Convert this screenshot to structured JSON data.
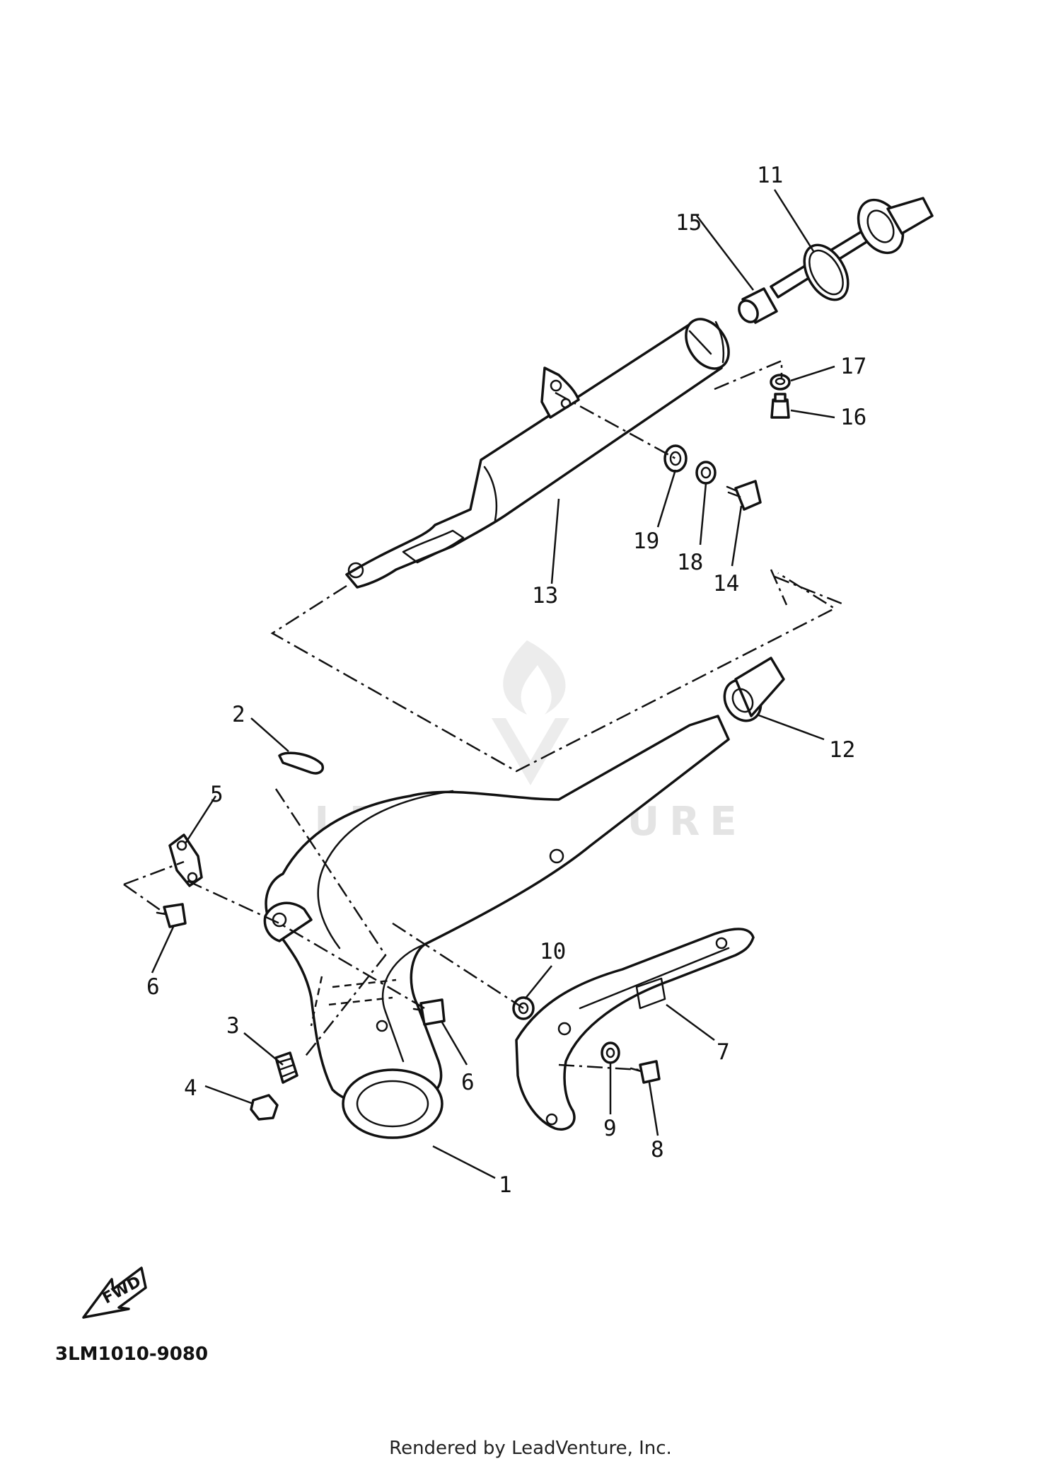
{
  "watermark": {
    "text": "LEADVENTURE"
  },
  "forward_arrow": {
    "label": "FWD"
  },
  "part_code": "3LM1010-9080",
  "footer": "Rendered by LeadVenture, Inc.",
  "callouts": {
    "c1": "1",
    "c2": "2",
    "c3": "3",
    "c4": "4",
    "c5": "5",
    "c6a": "6",
    "c6b": "6",
    "c7": "7",
    "c8": "8",
    "c9": "9",
    "c10": "10",
    "c11": "11",
    "c12": "12",
    "c13": "13",
    "c14": "14",
    "c15": "15",
    "c16": "16",
    "c17": "17",
    "c18": "18",
    "c19": "19"
  }
}
